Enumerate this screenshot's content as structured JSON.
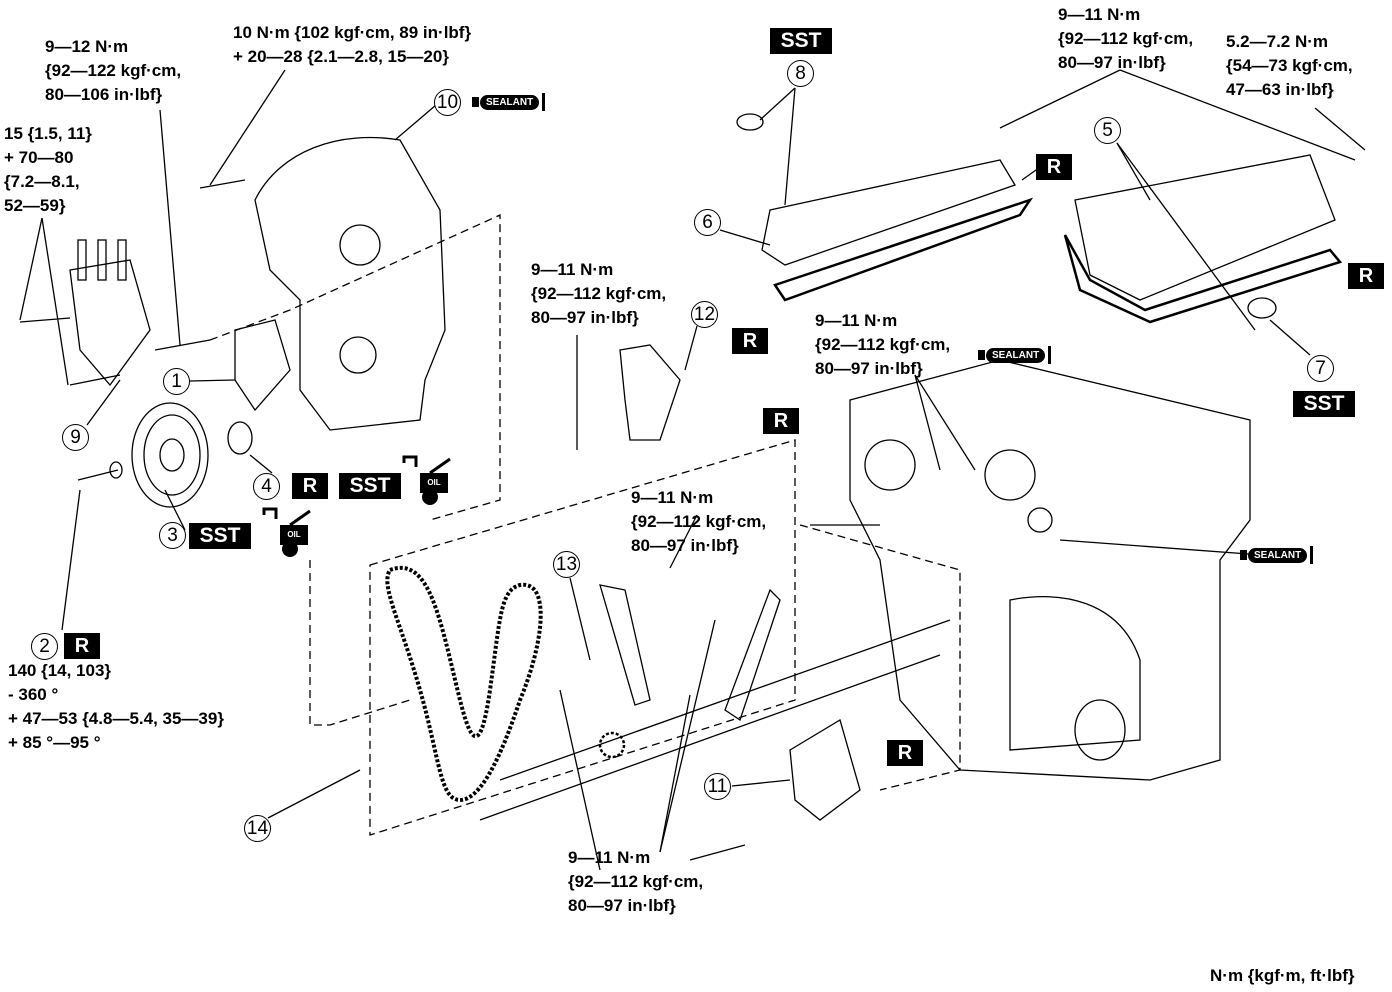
{
  "torques": {
    "t_front_cover_9_12": [
      "9—12 N·m",
      "{92—122 kgf·cm,",
      "80—106 in·lbf}"
    ],
    "t_front_cover_10": [
      "10 N·m {102 kgf·cm, 89 in·lbf}",
      "+ 20—28  {2.1—2.8, 15—20}"
    ],
    "t_bracket_15": [
      "15 {1.5, 11}",
      "+ 70—80",
      "{7.2—8.1,",
      "52—59}"
    ],
    "t_cyl_head_cover": [
      "9—11 N·m",
      "{92—112 kgf·cm,",
      "80—97 in·lbf}"
    ],
    "t_stud": [
      "5.2—7.2 N·m",
      "{54—73 kgf·cm,",
      "47—63 in·lbf}"
    ],
    "t_tensioner_rear": [
      "9—11 N·m",
      "{92—112 kgf·cm,",
      "80—97 in·lbf}"
    ],
    "t_camshaft": [
      "9—11 N·m",
      "{92—112 kgf·cm,",
      "80—97 in·lbf}"
    ],
    "t_chain_guide": [
      "9—11 N·m",
      "{92—112 kgf·cm,",
      "80—97 in·lbf}"
    ],
    "t_bottom": [
      "9—11 N·m",
      "{92—112 kgf·cm,",
      "80—97 in·lbf}"
    ],
    "t_pulley_bolt": [
      "140 {14, 103}",
      "- 360 °",
      "+ 47—53 {4.8—5.4, 35—39}",
      "+ 85 °—95 °"
    ]
  },
  "units_note": "N·m {kgf·m, ft·lbf}",
  "callouts": [
    "1",
    "2",
    "3",
    "4",
    "5",
    "6",
    "7",
    "8",
    "9",
    "10",
    "11",
    "12",
    "13",
    "14"
  ],
  "badges": {
    "replace": "R",
    "special_tool": "SST",
    "sealant": "SEALANT",
    "oil": "OIL"
  }
}
